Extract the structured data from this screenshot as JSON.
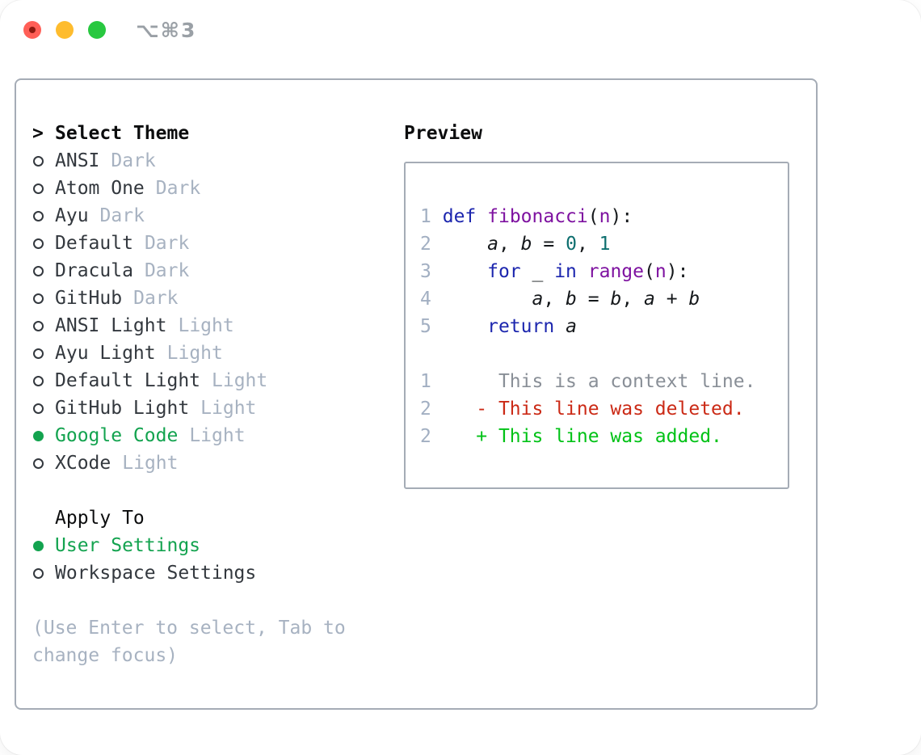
{
  "window": {
    "title_shortcut": "⌥⌘3"
  },
  "traffic_lights": {
    "close": "close",
    "minimize": "minimize",
    "zoom": "zoom"
  },
  "theme_panel": {
    "select_header_prefix": ">",
    "select_header": "Select Theme",
    "themes": [
      {
        "name": "ANSI",
        "variant": "Dark",
        "selected": false
      },
      {
        "name": "Atom One",
        "variant": "Dark",
        "selected": false
      },
      {
        "name": "Ayu",
        "variant": "Dark",
        "selected": false
      },
      {
        "name": "Default",
        "variant": "Dark",
        "selected": false
      },
      {
        "name": "Dracula",
        "variant": "Dark",
        "selected": false
      },
      {
        "name": "GitHub",
        "variant": "Dark",
        "selected": false
      },
      {
        "name": "ANSI Light",
        "variant": "Light",
        "selected": false
      },
      {
        "name": "Ayu Light",
        "variant": "Light",
        "selected": false
      },
      {
        "name": "Default Light",
        "variant": "Light",
        "selected": false
      },
      {
        "name": "GitHub Light",
        "variant": "Light",
        "selected": false
      },
      {
        "name": "Google Code",
        "variant": "Light",
        "selected": true
      },
      {
        "name": "XCode",
        "variant": "Light",
        "selected": false
      }
    ],
    "apply_header": "Apply To",
    "apply_targets": [
      {
        "name": "User Settings",
        "selected": true
      },
      {
        "name": "Workspace Settings",
        "selected": false
      }
    ],
    "hint_lines": [
      "(Use Enter to select, Tab to",
      "change focus)"
    ]
  },
  "preview": {
    "header": "Preview",
    "lines": [
      [
        [
          "ln",
          "1"
        ],
        [
          "pl",
          " "
        ],
        [
          "kw",
          "def"
        ],
        [
          "pl",
          " "
        ],
        [
          "fn",
          "fibonacci"
        ],
        [
          "pl",
          "("
        ],
        [
          "fn",
          "n"
        ],
        [
          "pl",
          "):"
        ]
      ],
      [
        [
          "ln",
          "2"
        ],
        [
          "pl",
          "     "
        ],
        [
          "var",
          "a"
        ],
        [
          "pl",
          ", "
        ],
        [
          "var",
          "b"
        ],
        [
          "pl",
          " = "
        ],
        [
          "num",
          "0"
        ],
        [
          "pl",
          ", "
        ],
        [
          "num",
          "1"
        ]
      ],
      [
        [
          "ln",
          "3"
        ],
        [
          "pl",
          "     "
        ],
        [
          "kw",
          "for"
        ],
        [
          "pl",
          " _ "
        ],
        [
          "kw",
          "in"
        ],
        [
          "pl",
          " "
        ],
        [
          "fn",
          "range"
        ],
        [
          "pl",
          "("
        ],
        [
          "fn",
          "n"
        ],
        [
          "pl",
          "):"
        ]
      ],
      [
        [
          "ln",
          "4"
        ],
        [
          "pl",
          "         "
        ],
        [
          "var",
          "a"
        ],
        [
          "pl",
          ", "
        ],
        [
          "var",
          "b"
        ],
        [
          "pl",
          " = "
        ],
        [
          "var",
          "b"
        ],
        [
          "pl",
          ", "
        ],
        [
          "var",
          "a"
        ],
        [
          "pl",
          " + "
        ],
        [
          "var",
          "b"
        ]
      ],
      [
        [
          "ln",
          "5"
        ],
        [
          "pl",
          "     "
        ],
        [
          "kw",
          "return"
        ],
        [
          "pl",
          " "
        ],
        [
          "var",
          "a"
        ]
      ],
      [],
      [
        [
          "ln",
          "1"
        ],
        [
          "pl",
          "      "
        ],
        [
          "ctx",
          "This is a context line."
        ]
      ],
      [
        [
          "ln",
          "2"
        ],
        [
          "pl",
          "    "
        ],
        [
          "del",
          "- This line was deleted."
        ]
      ],
      [
        [
          "ln",
          "2"
        ],
        [
          "pl",
          "    "
        ],
        [
          "add",
          "+ This line was added."
        ]
      ]
    ]
  },
  "colors": {
    "accent-green": "#13a34f",
    "traffic-red": "#ff5f57",
    "traffic-red-dot": "#8d1a10",
    "traffic-yellow": "#febc2e",
    "traffic-green": "#28c840",
    "title-gray": "#9aa0a6",
    "border-gray": "#a5acb6",
    "text-dark": "#33383e",
    "text-muted": "#a7b2c1",
    "line-number": "#a2afc2",
    "code-keyword": "#1c26ae",
    "code-name": "#7e12a0",
    "code-number": "#0e6f6f",
    "code-plain": "#15181b",
    "diff-context": "#898f97",
    "diff-deleted": "#cb2a16",
    "diff-added": "#00c216"
  }
}
